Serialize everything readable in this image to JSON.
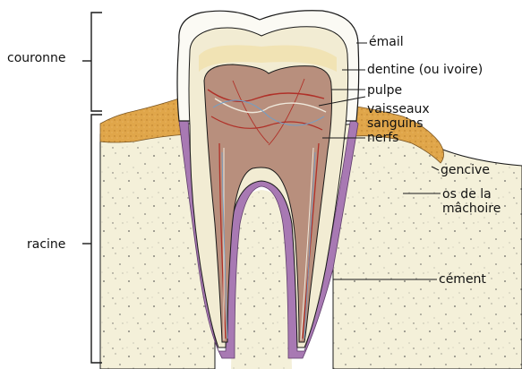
{
  "diagram": {
    "labels": {
      "couronne": "couronne",
      "racine": "racine",
      "email": "émail",
      "dentine": "dentine (ou ivoire)",
      "pulpe": "pulpe",
      "vaisseaux_line1": "vaisseaux",
      "vaisseaux_line2": "sanguins",
      "nerfs": "nerfs",
      "gencive": "gencive",
      "os_line1": "os de la",
      "os_line2": "mâchoire",
      "cement": "cément"
    },
    "colors": {
      "bone": "#f4f0d9",
      "gum": "#e0a64a",
      "cementum": "#a879b3",
      "dentin": "#f2ecd3",
      "enamel": "#fbfaf4",
      "pulp": "#b88f7d",
      "vessel_red": "#b03028",
      "nerve_white": "#efe9dc",
      "nerve_blue": "#6f9fc9",
      "line": "#1a1a1a"
    }
  }
}
